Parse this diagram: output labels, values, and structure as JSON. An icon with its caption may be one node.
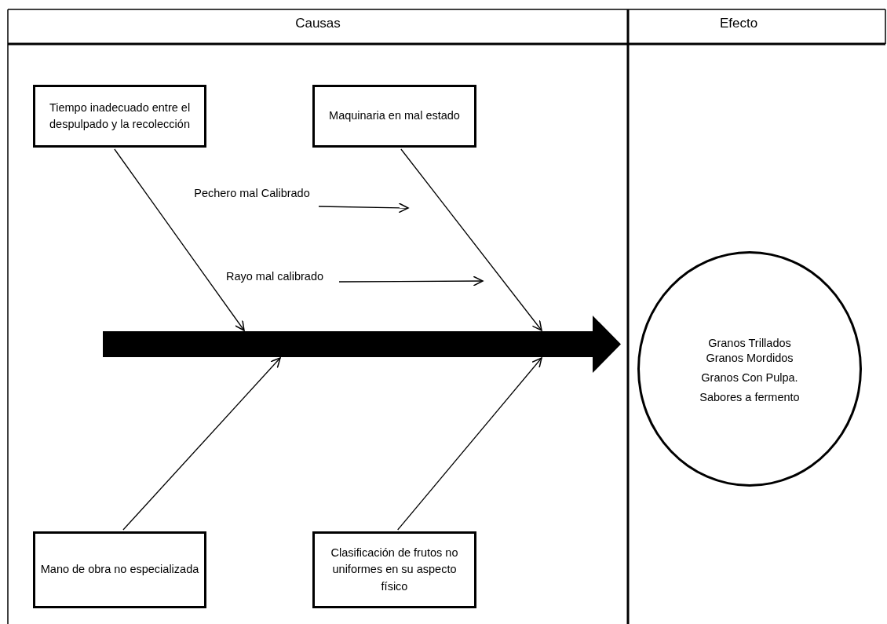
{
  "diagram": {
    "nodes": [
      {
        "text": [
          "Tiempo inadecuado entre el despulpado y la recolección"
        ]
      },
      {
        "text": [
          "Maquinaria en  mal estado"
        ]
      },
      {
        "text": [
          "Pechero mal Calibrado"
        ]
      },
      {
        "text": [
          "Rayo mal calibrado"
        ]
      },
      {
        "text": [],
        "shape": "arrow"
      },
      {
        "text": [
          "Mano de obra no especializada"
        ]
      },
      {
        "text": [
          "Clasificación de frutos no uniformes en su aspecto físico"
        ]
      },
      {
        "text": [
          "Granos Trillados",
          "Granos Mordidos",
          "Granos Con Pulpa.",
          "Sabores a fermento"
        ]
      }
    ],
    "edges": [
      {
        "from": 0,
        "to": 4,
        "arrow": "to"
      },
      {
        "from": 1,
        "to": 4,
        "arrow": "to"
      },
      {
        "from": 2,
        "to": null,
        "arrow": "to"
      },
      {
        "from": 3,
        "to": null,
        "arrow": "to"
      },
      {
        "from": 5,
        "to": 4,
        "arrow": "to"
      },
      {
        "from": 6,
        "to": 4,
        "arrow": "to"
      }
    ],
    "labels": [
      "Causas",
      "Efecto"
    ]
  }
}
